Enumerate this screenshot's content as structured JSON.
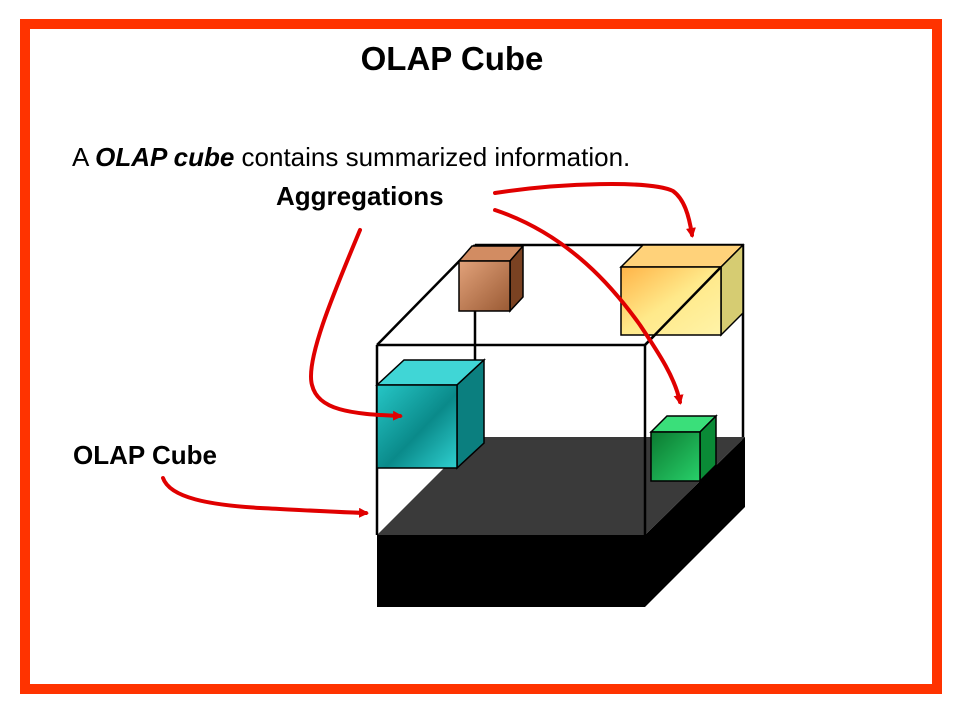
{
  "title": "OLAP Cube",
  "subtitle": {
    "prefix": "A ",
    "emphasis": "OLAP cube",
    "suffix": " contains summarized information."
  },
  "labels": {
    "aggregations": "Aggregations",
    "olap_cube": "OLAP Cube"
  },
  "colors": {
    "frame_border": "#ff3300",
    "arrow": "#e00000",
    "brown_cube": "#b8744a",
    "yellow_cube": "#ffd966",
    "teal_cube": "#1fb2b2",
    "green_cube": "#12a84a",
    "cube_base": "#000000",
    "cube_floor": "#3a3a3a"
  }
}
